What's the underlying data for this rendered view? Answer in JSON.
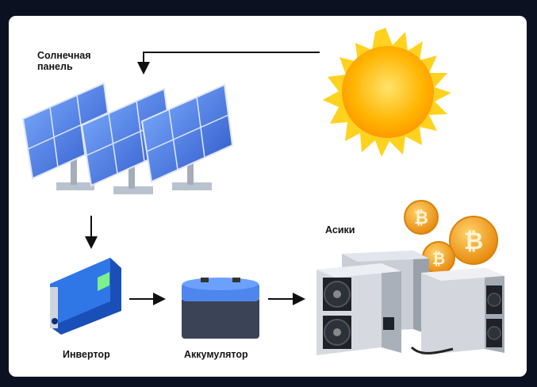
{
  "labels": {
    "solar_panel_line1": "Солнечная",
    "solar_panel_line2": "панель",
    "inverter": "Инвертор",
    "battery": "Аккумулятор",
    "asics": "Асики"
  },
  "colors": {
    "background": "#0c1122",
    "card": "#ffffff",
    "sun": "#ffc61a",
    "panel": "#3d6fe0",
    "inverter": "#2a6fe0",
    "battery": "#3a4456",
    "coin": "#f4a522",
    "arrow": "#111111"
  },
  "icons": {
    "sun": "sun-icon",
    "bitcoin": "bitcoin-coin-icon"
  }
}
